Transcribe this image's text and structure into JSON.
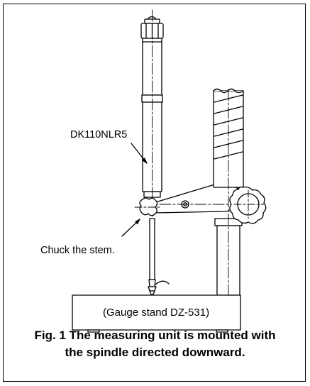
{
  "labels": {
    "unit_model": "DK110NLR5",
    "chuck_note": "Chuck the stem.",
    "base_name": "(Gauge stand DZ-531)"
  },
  "caption": {
    "line1": "Fig. 1 The measuring unit is mounted with",
    "line2": "the spindle directed downward."
  }
}
